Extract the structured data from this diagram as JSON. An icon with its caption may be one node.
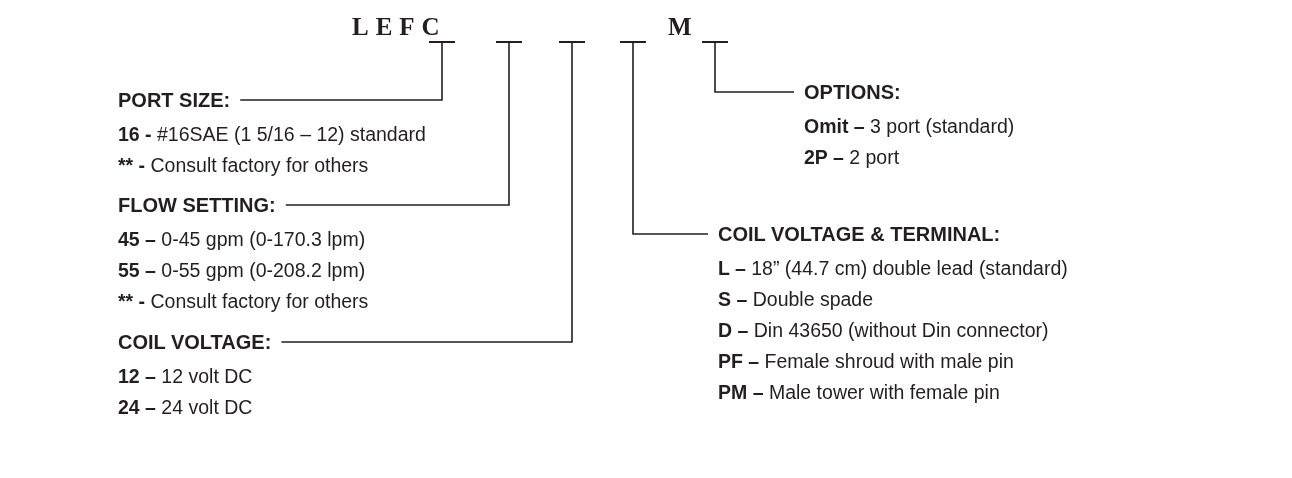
{
  "diagram": {
    "nodes": [
      {
        "text": [],
        "shape": "bar"
      },
      {
        "text": [],
        "shape": "bar"
      },
      {
        "text": [],
        "shape": "bar"
      },
      {
        "text": [],
        "shape": "bar"
      },
      {
        "text": [],
        "shape": "bar"
      },
      {
        "text": [
          "PORT SIZE:",
          "16 - #16SAE (1 5/16 – 12) standard",
          "** - Consult factory for others"
        ]
      },
      {
        "text": [
          "FLOW SETTING:",
          "45 – 0-45 gpm (0-170.3 lpm)",
          "55 – 0-55 gpm (0-208.2 lpm)",
          "** - Consult factory for others"
        ]
      },
      {
        "text": [
          "COIL VOLTAGE:",
          "12 – 12 volt DC",
          "24 – 24 volt DC"
        ]
      },
      {
        "text": [
          "OPTIONS:",
          "Omit – 3 port (standard)",
          "2P – 2 port"
        ]
      },
      {
        "text": [
          "COIL VOLTAGE & TERMINAL:",
          "L – 18” (44.7 cm) double lead (standard)",
          "S – Double spade",
          "D – Din 43650 (without Din connector)",
          "PF – Female shroud with male pin",
          "PM – Male tower with female pin"
        ]
      }
    ],
    "edges": [
      {
        "from": 5,
        "to": 0,
        "arrow": "none"
      },
      {
        "from": 6,
        "to": 1,
        "arrow": "none"
      },
      {
        "from": 7,
        "to": 2,
        "arrow": "none"
      },
      {
        "from": 9,
        "to": 3,
        "arrow": "none"
      },
      {
        "from": 8,
        "to": 4,
        "arrow": "none"
      }
    ],
    "labels": [
      "LEFC",
      "M"
    ]
  }
}
